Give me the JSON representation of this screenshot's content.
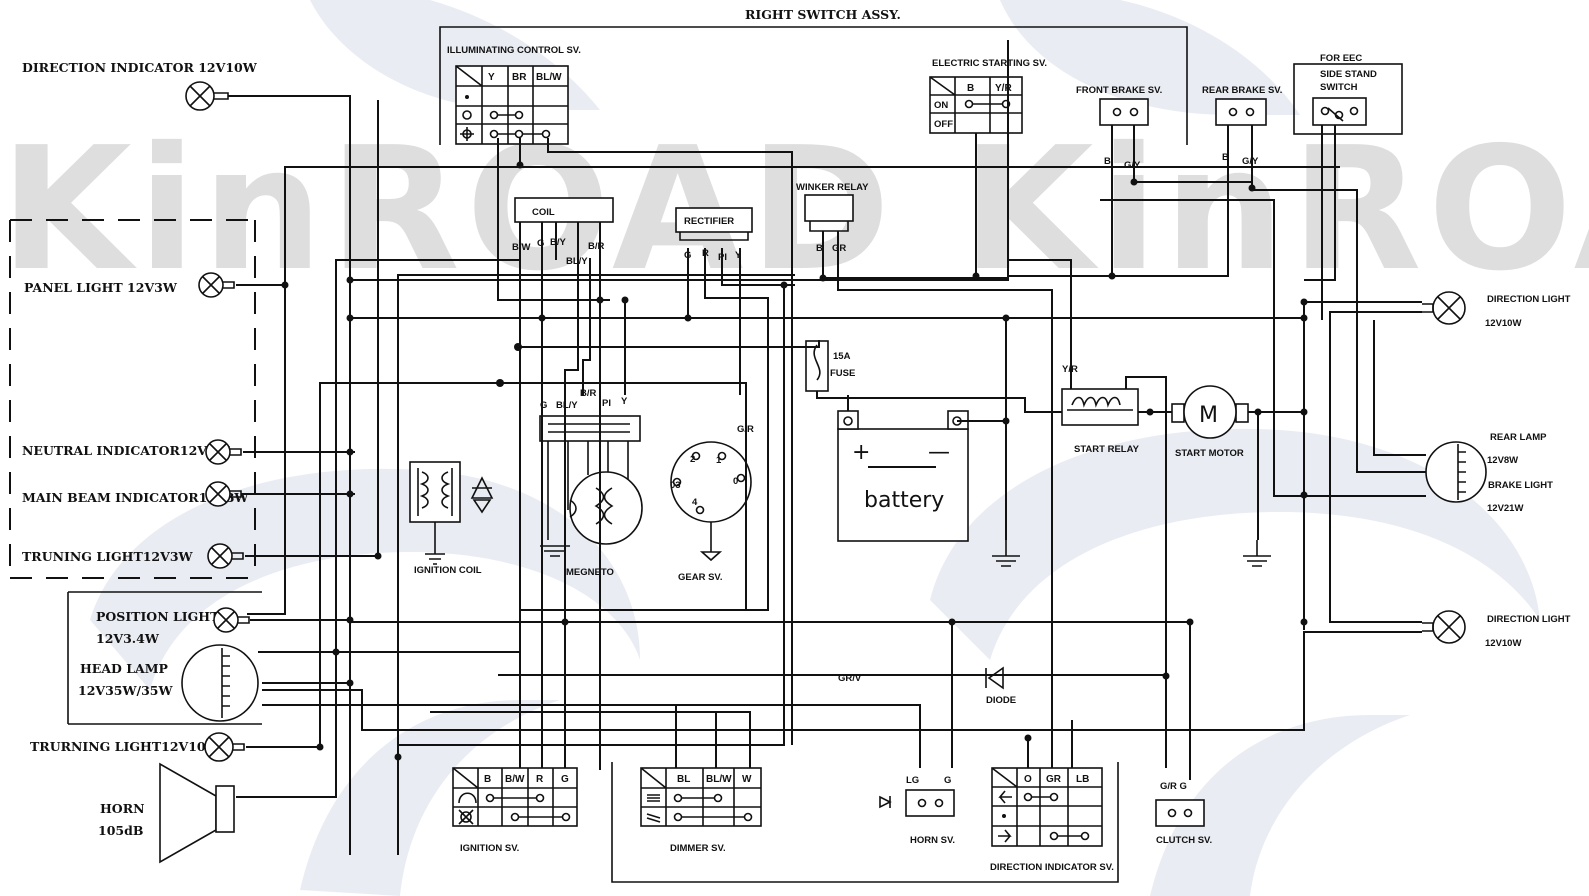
{
  "watermark": {
    "text": "KinROAD KinROAD"
  },
  "title": "RIGHT SWITCH ASSY.",
  "labels": {
    "dir_ind": "DIRECTION INDICATOR 12V10W",
    "panel": "PANEL LIGHT 12V3W",
    "neutral": "NEUTRAL INDICATOR12V3W",
    "main_beam": "MAIN BEAM INDICATOR12V3W",
    "truning": "TRUNING LIGHT12V3W",
    "pos1": "POSITION LIGHT",
    "pos2": "12V3.4W",
    "head1": "HEAD LAMP",
    "head2": "12V35W/35W",
    "trurning": "TRURNING LIGHT12V10W",
    "horn1": "HORN",
    "horn2": "105dB",
    "illum": "ILLUMINATING CONTROL SV.",
    "estart": "ELECTRIC STARTING SV.",
    "front_brake": "FRONT BRAKE SV.",
    "rear_brake": "REAR BRAKE SV.",
    "eec1": "FOR EEC",
    "eec2": "SIDE STAND",
    "eec3": "SWITCH",
    "coil": "COIL",
    "rectifier": "RECTIFIER",
    "winker": "WINKER RELAY",
    "fuse1": "15A",
    "fuse2": "FUSE",
    "battery": "battery",
    "start_relay": "START RELAY",
    "start_motor": "START MOTOR",
    "ign_coil": "IGNITION COIL",
    "magneto": "MEGNETO",
    "gear": "GEAR SV.",
    "diode": "DIODE",
    "grv": "GR/V",
    "ign_sv": "IGNITION SV.",
    "dimmer": "DIMMER SV.",
    "horn_sv": "HORN SV.",
    "dir_sv": "DIRECTION INDICATOR SV.",
    "clutch": "CLUTCH SV.",
    "dl_top1": "DIRECTION LIGHT",
    "dl_top2": "12V10W",
    "rear1": "REAR LAMP",
    "rear2": "12V8W",
    "rear3": "BRAKE LIGHT",
    "rear4": "12V21W",
    "dl_bot1": "DIRECTION LIGHT",
    "dl_bot2": "12V10W",
    "yr": "Y/R",
    "M": "M",
    "plus": "+",
    "minus": "—"
  },
  "wires": {
    "coil": [
      "B/W",
      "G",
      "B/Y",
      "B/R",
      "BL/Y"
    ],
    "rect": [
      "G",
      "R",
      "PI",
      "Y"
    ],
    "wink": [
      "B",
      "GR"
    ],
    "front": [
      "B",
      "G/Y"
    ],
    "rear": [
      "B",
      "G/Y"
    ],
    "mag": [
      "G",
      "BL/Y",
      "B/R",
      "PI",
      "Y"
    ],
    "gr": "G/R",
    "horn": [
      "LG",
      "G"
    ],
    "clutch": "G/R G"
  },
  "gear_positions": [
    "2",
    "1",
    "03",
    "0",
    "4"
  ],
  "tables": {
    "illum": [
      "Y",
      "BR",
      "BL/W"
    ],
    "estart": [
      "B",
      "Y/R"
    ],
    "estart_rows": [
      "ON",
      "OFF"
    ],
    "ign": [
      "B",
      "B/W",
      "R",
      "G"
    ],
    "dim": [
      "BL",
      "BL/W",
      "W"
    ],
    "dir": [
      "O",
      "GR",
      "LB"
    ]
  }
}
